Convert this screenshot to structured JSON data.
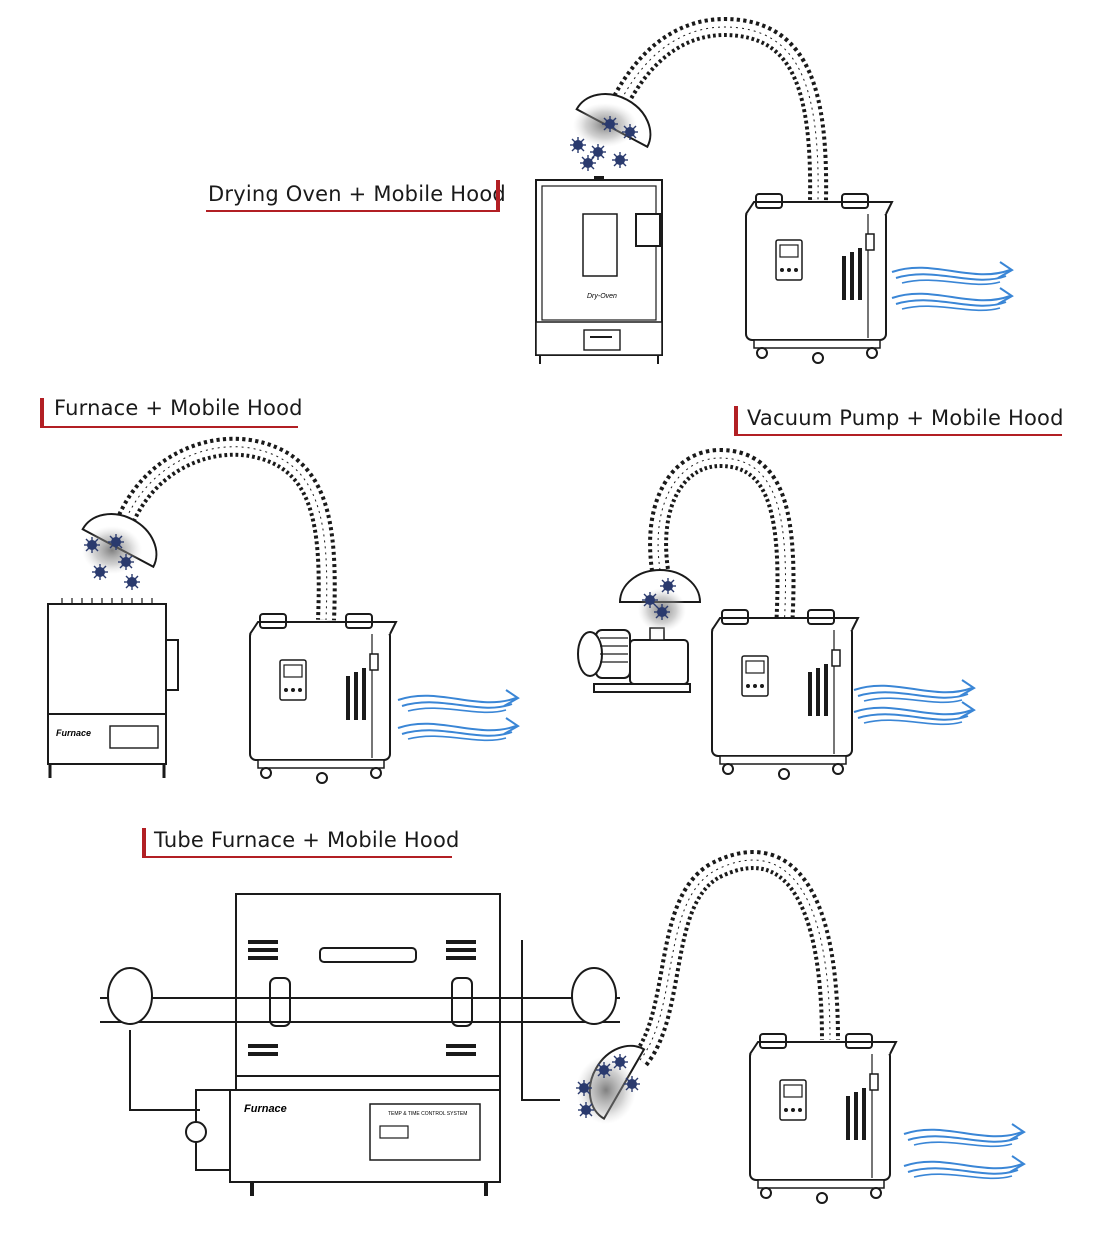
{
  "labels": {
    "drying_oven": "Drying Oven + Mobile Hood",
    "furnace": "Furnace + Mobile Hood",
    "vacuum_pump": "Vacuum Pump + Mobile Hood",
    "tube_furnace": "Tube Furnace + Mobile Hood"
  },
  "device_brands": {
    "oven_brand": "Dry-Oven",
    "furnace_brand": "Furnace",
    "tube_furnace_brand": "Furnace",
    "control_panel_caption": "TEMP & TIME CONTROL SYSTEM"
  },
  "colors": {
    "accent_red": "#b21f24",
    "line_art": "#1a1a1a",
    "airflow_blue": "#3a86d6",
    "particle_navy": "#2a3a6e",
    "smoke_grey": "#7a7a7a"
  }
}
